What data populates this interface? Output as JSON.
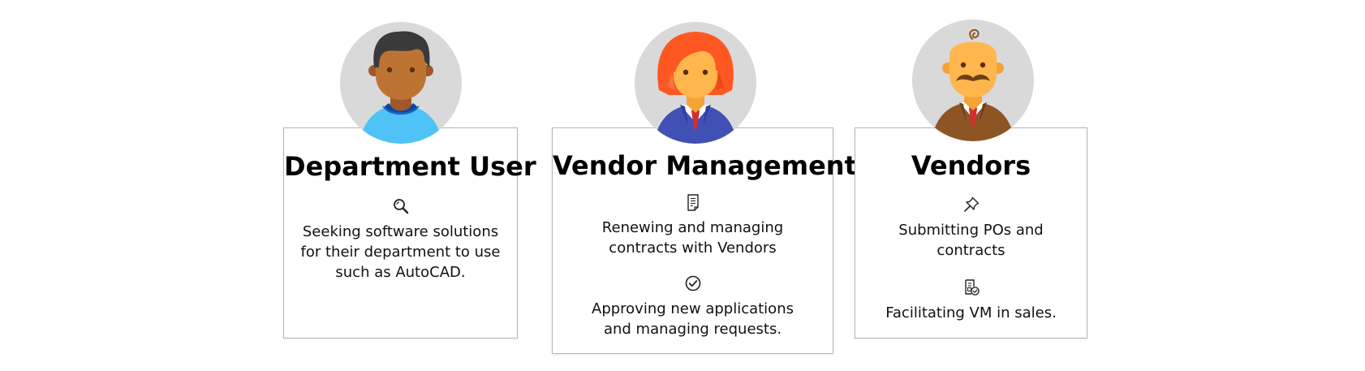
{
  "colors": {
    "avatar_bg": "#d9d9d9",
    "card_border": "#b5b5b5",
    "title_text": "#000000",
    "body_text": "#111111"
  },
  "personas": [
    {
      "title": "Department User",
      "avatar_icon": "young-man-avatar-icon",
      "items": [
        {
          "icon": "magnifier-icon",
          "text": "Seeking software solutions\nfor their department to use\nsuch as AutoCAD."
        }
      ]
    },
    {
      "title": "Vendor Management",
      "avatar_icon": "businesswoman-avatar-icon",
      "items": [
        {
          "icon": "document-icon",
          "text": "Renewing and managing\ncontracts with Vendors"
        },
        {
          "icon": "check-circle-icon",
          "text": "Approving new applications\nand managing requests."
        }
      ]
    },
    {
      "title": "Vendors",
      "avatar_icon": "mustached-man-avatar-icon",
      "items": [
        {
          "icon": "pushpin-icon",
          "text": "Submitting POs and\ncontracts"
        },
        {
          "icon": "approved-document-icon",
          "text": "Facilitating VM in sales."
        }
      ]
    }
  ]
}
